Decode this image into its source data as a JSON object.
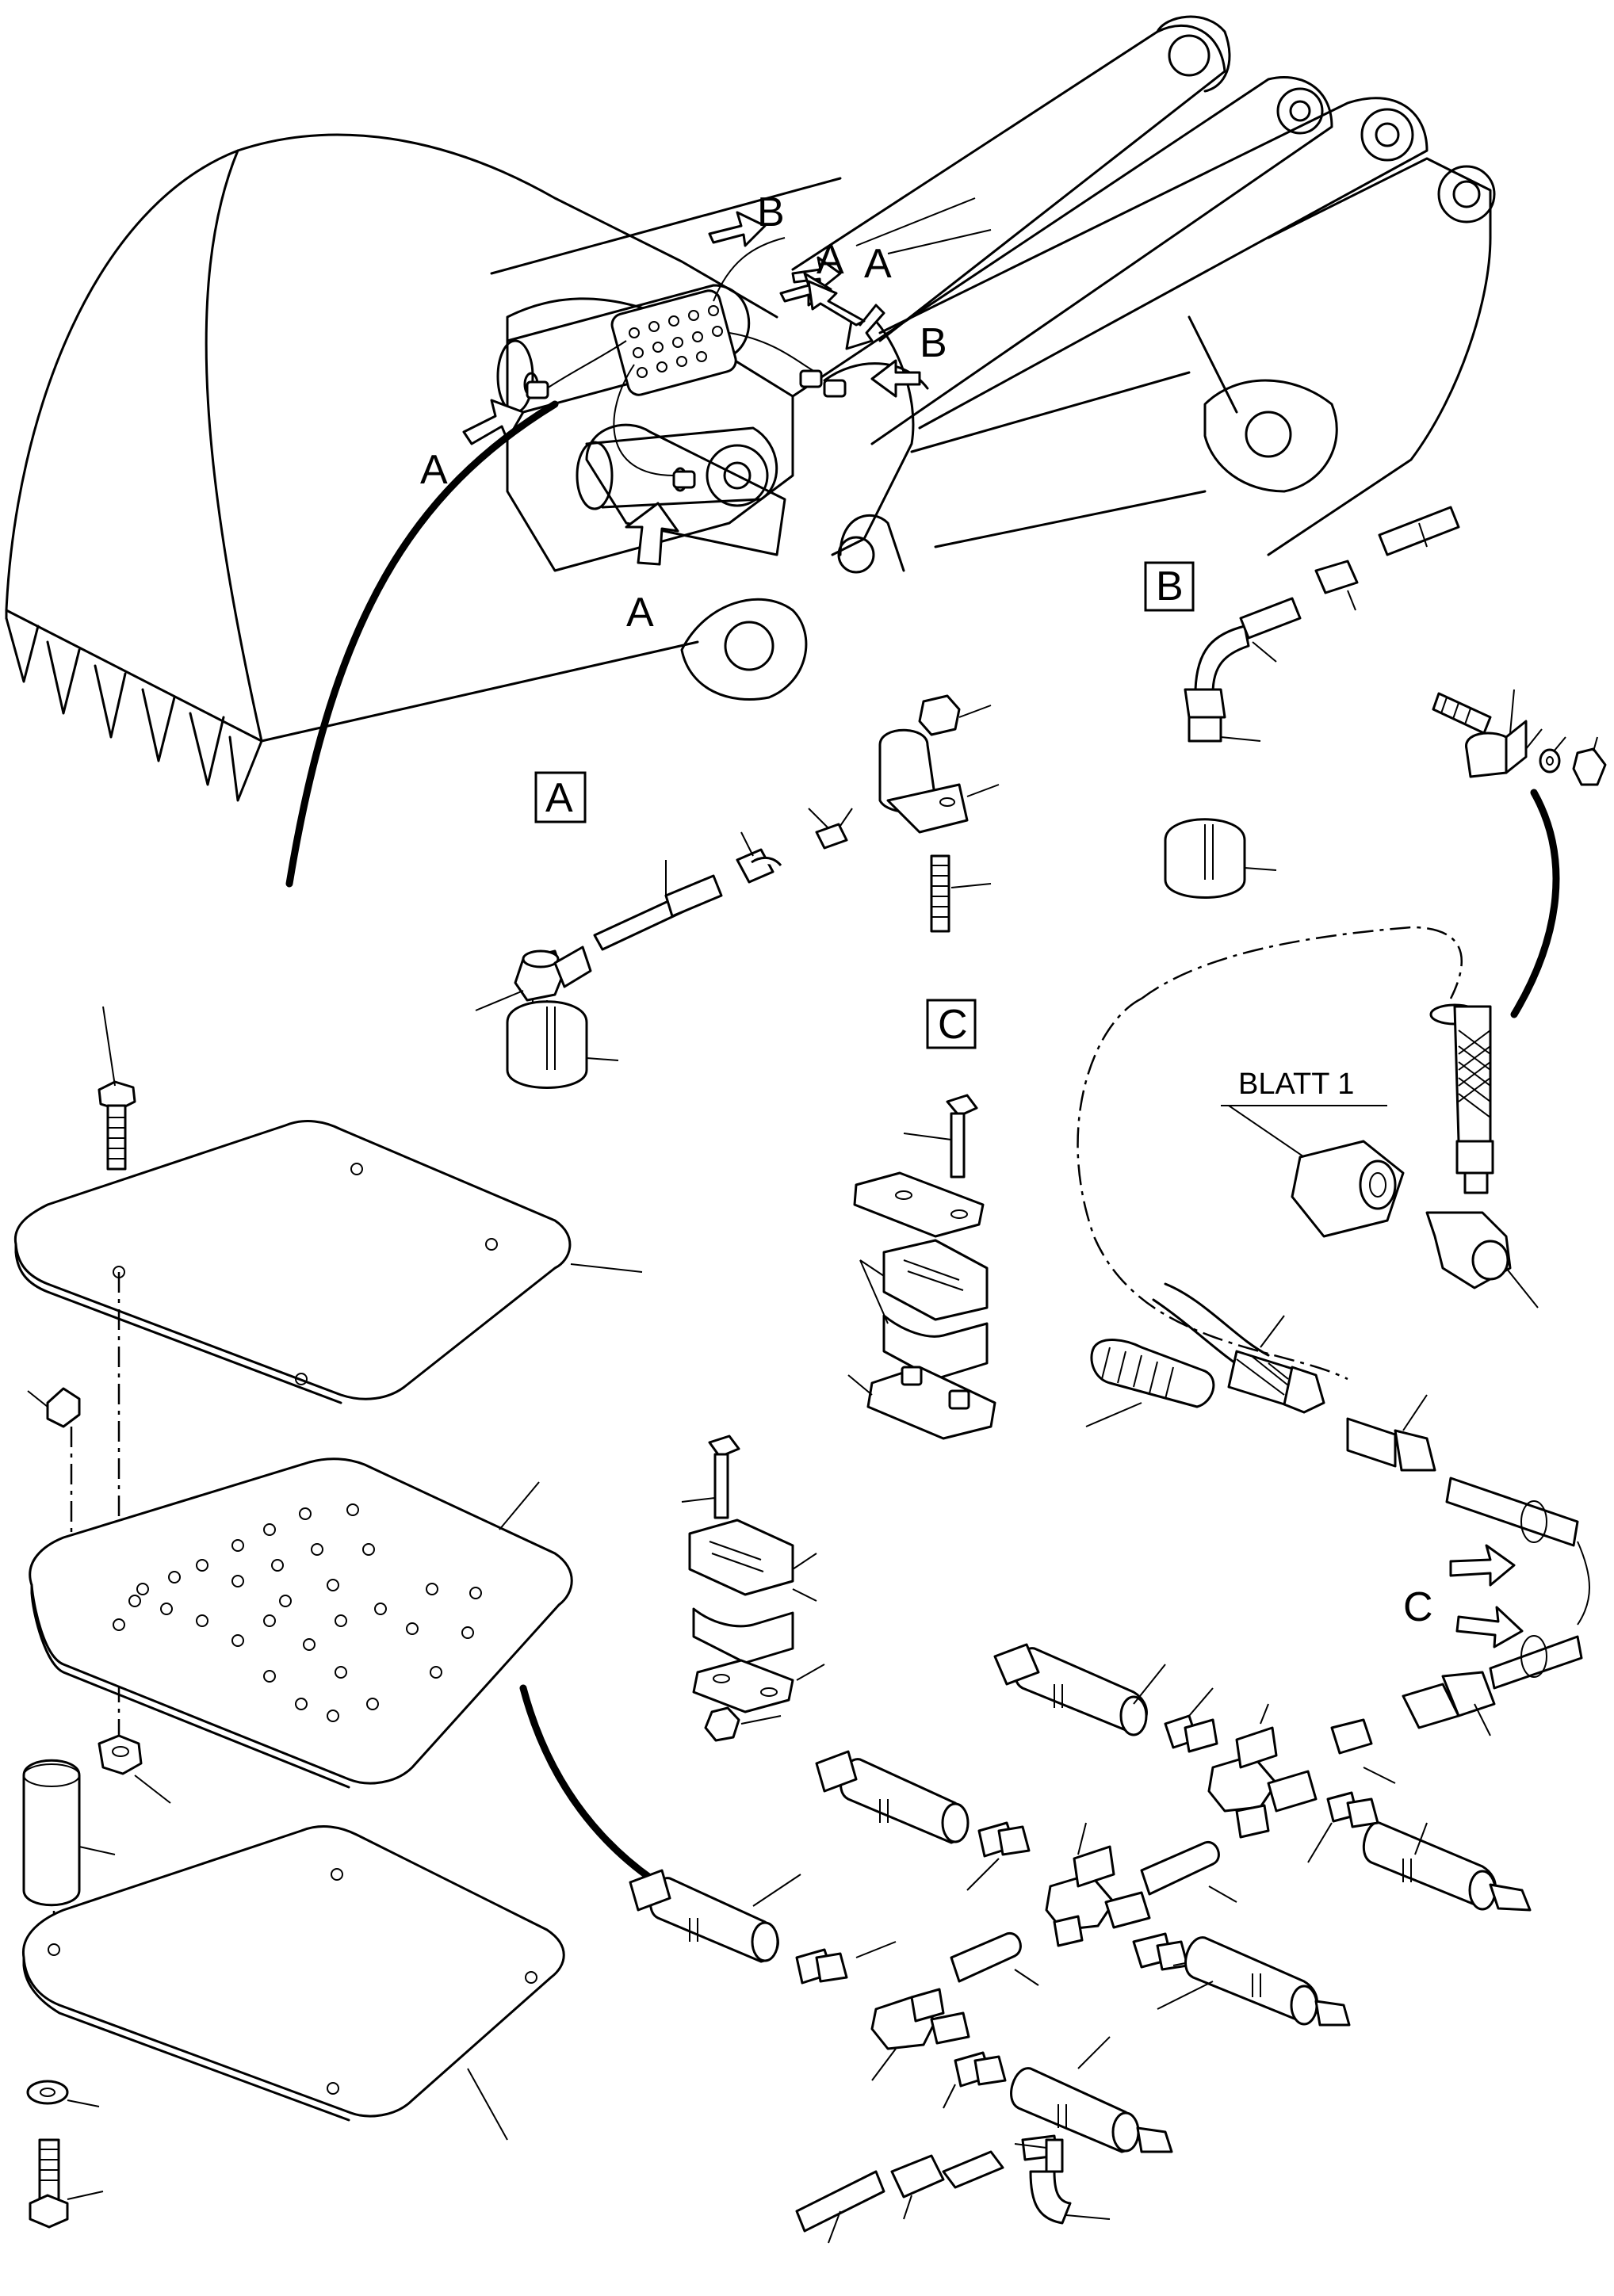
{
  "labels": {
    "view_a": "A",
    "view_b": "B",
    "view_c": "C",
    "blatt": "BLATT 1",
    "arrow_a": "A",
    "arrow_b": "B",
    "arrow_c": "C"
  },
  "colors": {
    "line": "#000000",
    "background": "#ffffff"
  }
}
